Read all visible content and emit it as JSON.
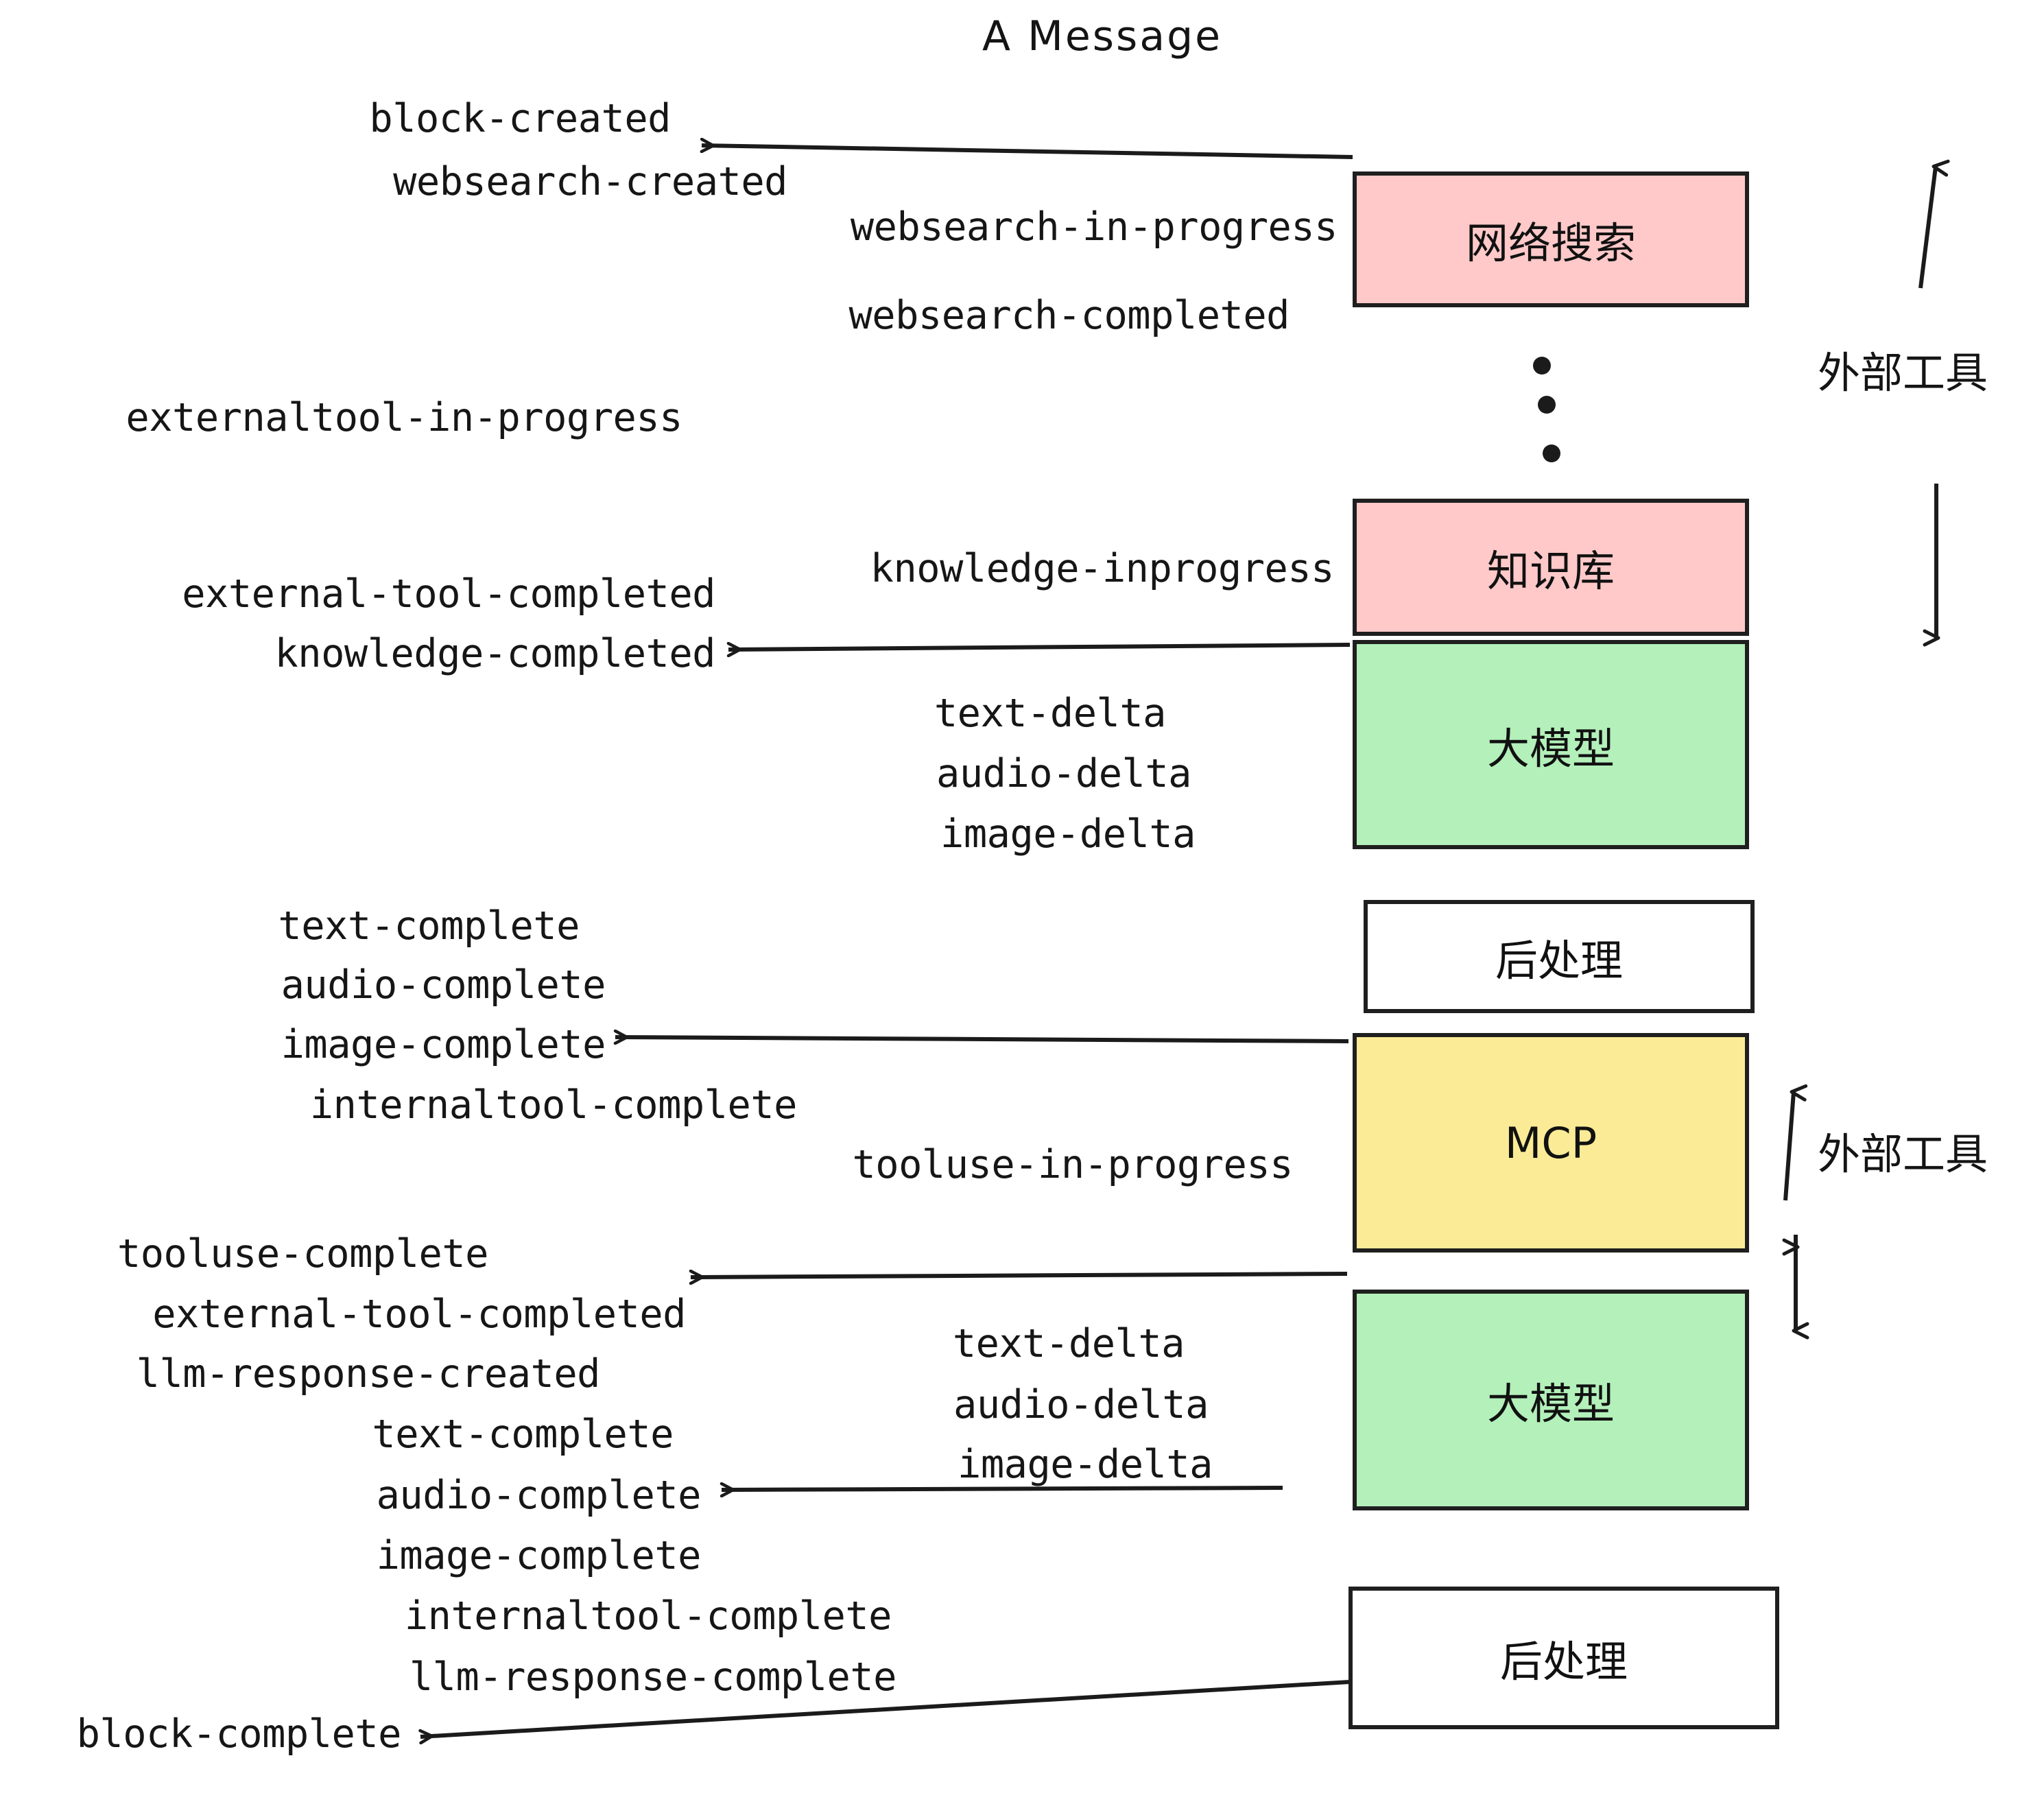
{
  "title": "A Message",
  "colors": {
    "pink": "#ffc9c9",
    "green": "#b3f0ba",
    "yellow": "#fbeb96",
    "white": "#ffffff",
    "stroke": "#1f1f1f"
  },
  "boxes": {
    "websearch": "网络搜索",
    "knowledge": "知识库",
    "llm_first": "大模型",
    "postprocess_first": "后处理",
    "mcp": "MCP",
    "llm_second": "大模型",
    "postprocess_second": "后处理"
  },
  "side_labels": {
    "external_tool_top": "外部工具",
    "external_tool_bottom": "外部工具"
  },
  "events": {
    "block_created": "block-created",
    "websearch_created": "websearch-created",
    "websearch_in_progress": "websearch-in-progress",
    "websearch_completed": "websearch-completed",
    "externaltool_in_progress": "externaltool-in-progress",
    "knowledge_inprogress": "knowledge-inprogress",
    "external_tool_completed_1": "external-tool-completed",
    "knowledge_completed": "knowledge-completed",
    "text_delta_1": "text-delta",
    "audio_delta_1": "audio-delta",
    "image_delta_1": "image-delta",
    "text_complete_1": "text-complete",
    "audio_complete_1": "audio-complete",
    "image_complete_1": "image-complete",
    "internaltool_complete_1": "internaltool-complete",
    "tooluse_in_progress": "tooluse-in-progress",
    "tooluse_complete": "tooluse-complete",
    "external_tool_completed_2": "external-tool-completed",
    "llm_response_created": "llm-response-created",
    "text_delta_2": "text-delta",
    "audio_delta_2": "audio-delta",
    "image_delta_2": "image-delta",
    "text_complete_2": "text-complete",
    "audio_complete_2": "audio-complete",
    "image_complete_2": "image-complete",
    "internaltool_complete_2": "internaltool-complete",
    "llm_response_complete": "llm-response-complete",
    "block_complete": "block-complete"
  }
}
